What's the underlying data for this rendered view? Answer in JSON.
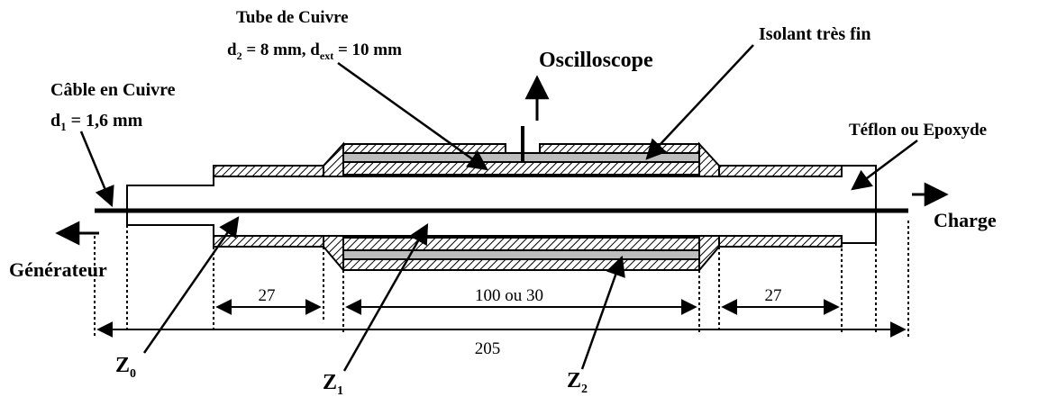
{
  "labels": {
    "tube_title": "Tube de Cuivre",
    "tube_d2_main": "d",
    "tube_d2_sub": "2",
    "tube_d2_value": " = 8 mm, d",
    "tube_dext_sub": "ext",
    "tube_dext_value": " = 10 mm",
    "oscilloscope": "Oscilloscope",
    "isolant": "Isolant très fin",
    "cable_title": "Câble en Cuivre",
    "cable_d1_main": "d",
    "cable_d1_sub": "1",
    "cable_d1_value": " = 1,6 mm",
    "teflon": "Téflon ou Epoxyde",
    "charge": "Charge",
    "generateur": "Générateur",
    "z0_main": "Z",
    "z0_sub": "0",
    "z1_main": "Z",
    "z1_sub": "1",
    "z2_main": "Z",
    "z2_sub": "2"
  },
  "dimensions": {
    "left_section": "27",
    "middle_section": "100 ou 30",
    "right_section": "27",
    "total": "205"
  },
  "colors": {
    "line": "#000000",
    "insulator": "#bdbdbd",
    "background": "#ffffff"
  }
}
